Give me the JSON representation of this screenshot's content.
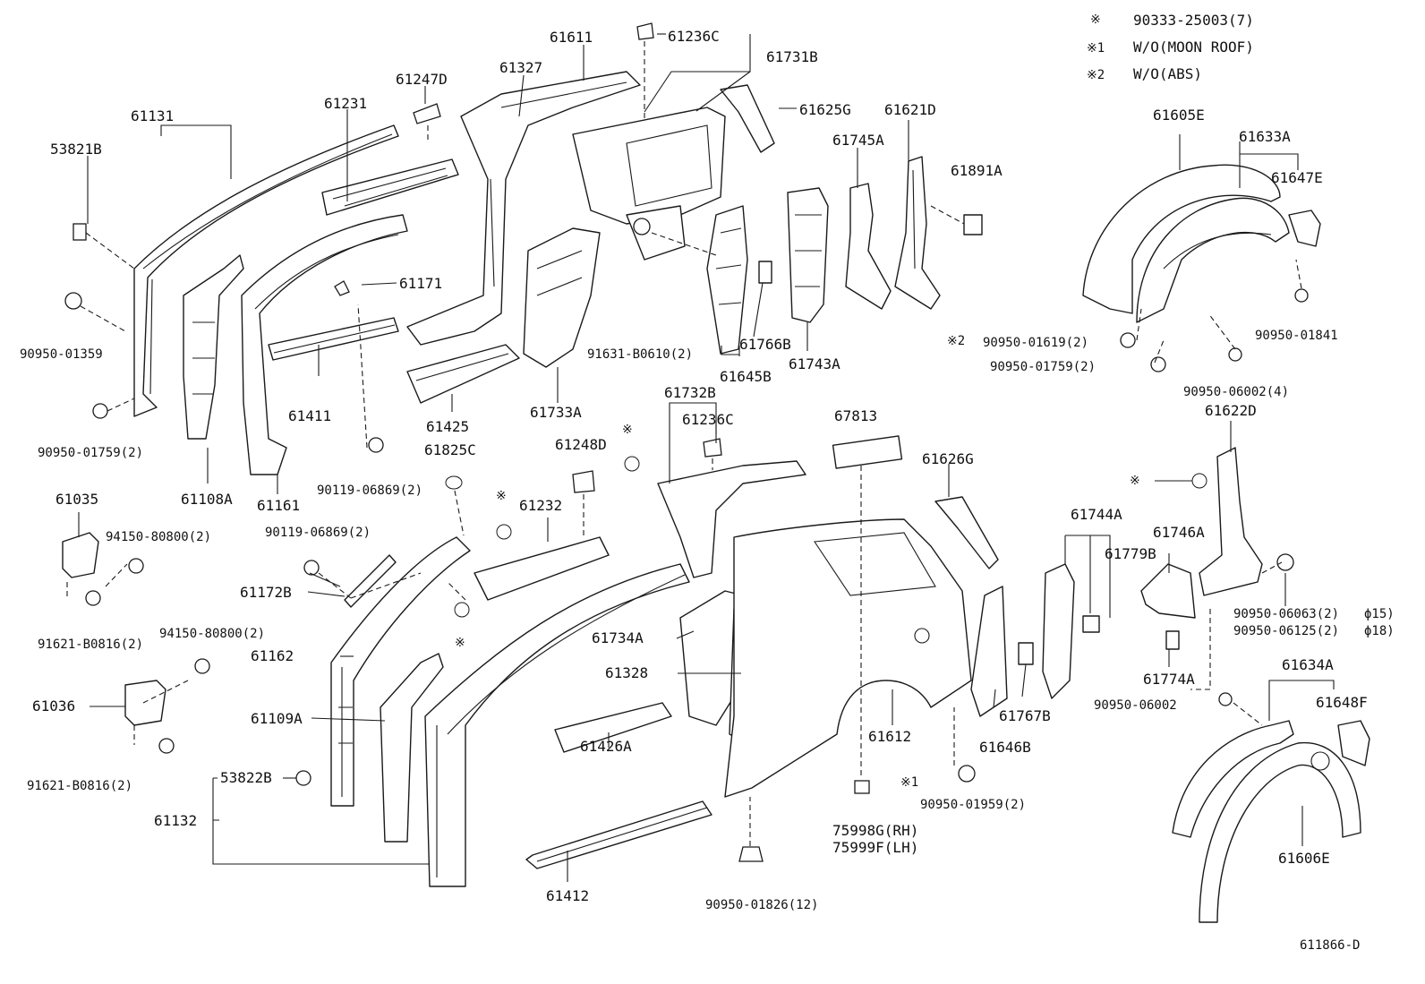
{
  "legend": {
    "mark": "※",
    "mark_text": "90333-25003(7)",
    "mark1": "※1",
    "mark1_text": "W/O(MOON ROOF)",
    "mark2": "※2",
    "mark2_text": "W/O(ABS)"
  },
  "star": "※",
  "star1": "※1",
  "star2": "※2",
  "diagram_id": "611866-D",
  "labels": {
    "p61611": "61611",
    "p61236C_top": "61236C",
    "p61731B": "61731B",
    "p61327": "61327",
    "p61247D": "61247D",
    "p61625G": "61625G",
    "p61621D": "61621D",
    "p61231": "61231",
    "p61131": "61131",
    "p53821B": "53821B",
    "p61745A": "61745A",
    "p61891A": "61891A",
    "p61171": "61171",
    "p90950_01359": "90950-01359",
    "p61411": "61411",
    "p91631_B0610": "91631-B0610(2)",
    "p61766B": "61766B",
    "p61645B": "61645B",
    "p61743A": "61743A",
    "p61425": "61425",
    "p61733A": "61733A",
    "p90950_01759_left": "90950-01759(2)",
    "p61825C": "61825C",
    "p61108A": "61108A",
    "p61161": "61161",
    "p90119_06869_a": "90119-06869(2)",
    "p61732B": "61732B",
    "p61236C_mid": "61236C",
    "p67813": "67813",
    "p61248D": "61248D",
    "p61626G": "61626G",
    "p61035": "61035",
    "p94150_80800_a": "94150-80800(2)",
    "p90119_06869_b": "90119-06869(2)",
    "p61232": "61232",
    "p61744A": "61744A",
    "p61779B": "61779B",
    "p61172B": "61172B",
    "p91621_B0816_a": "91621-B0816(2)",
    "p94150_80800_b": "94150-80800(2)",
    "p61162": "61162",
    "p61734A": "61734A",
    "p61328": "61328",
    "p61036": "61036",
    "p61109A": "61109A",
    "p61426A": "61426A",
    "p61612": "61612",
    "p61767B": "61767B",
    "p61646B": "61646B",
    "p53822B": "53822B",
    "p91621_B0816_b": "91621-B0816(2)",
    "p61132": "61132",
    "p90950_01959": "90950-01959(2)",
    "p75998G": "75998G(RH)",
    "p75999F": "75999F(LH)",
    "p61412": "61412",
    "p90950_01826": "90950-01826(12)",
    "p61605E": "61605E",
    "p61633A": "61633A",
    "p61647E": "61647E",
    "p90950_01619": "90950-01619(2)",
    "p90950_01759_right": "90950-01759(2)",
    "p90950_01841": "90950-01841",
    "p90950_06002_4": "90950-06002(4)",
    "p61622D": "61622D",
    "p61746A": "61746A",
    "p61774A": "61774A",
    "p90950_06063": "90950-06063(2)",
    "p90950_06125": "90950-06125(2)",
    "phi15": "ϕ15)",
    "phi18": "ϕ18)",
    "p90950_06002": "90950-06002",
    "p61634A": "61634A",
    "p61648F": "61648F",
    "p61606E": "61606E"
  }
}
